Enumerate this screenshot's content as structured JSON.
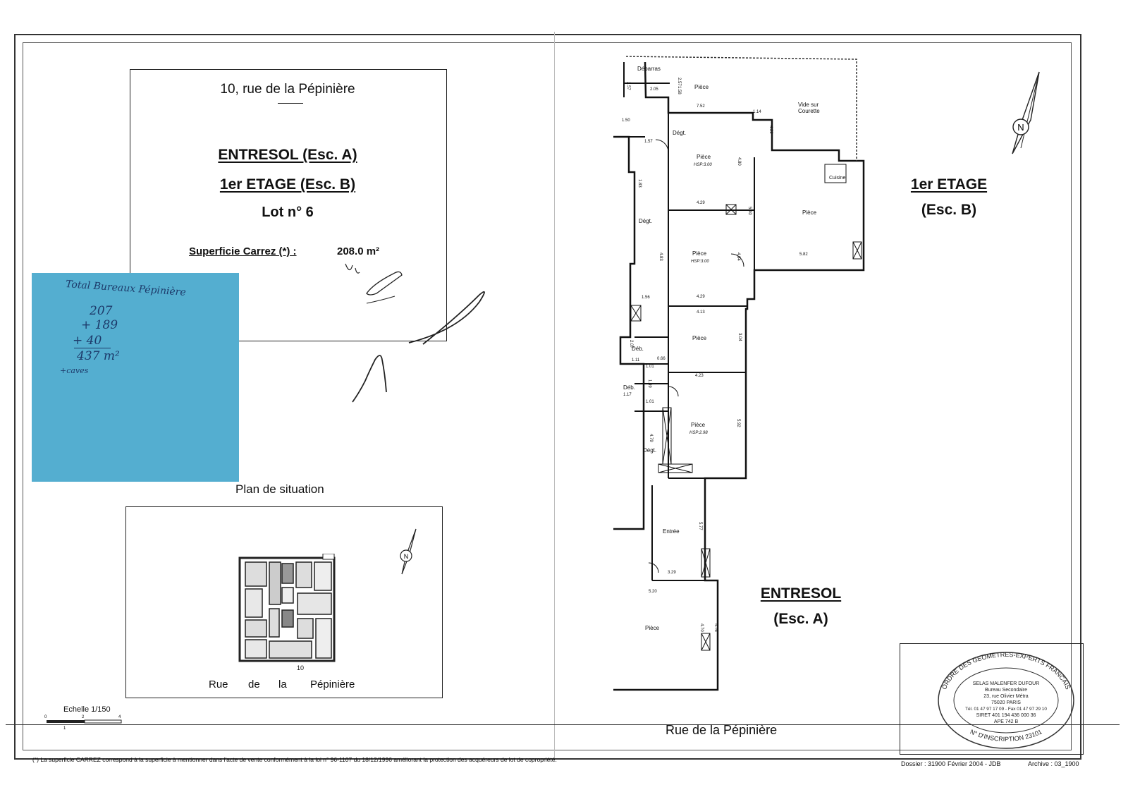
{
  "header": {
    "address": "10, rue de la Pépinière",
    "title_entresol": "ENTRESOL (Esc. A)",
    "title_etage": "1er ETAGE (Esc. B)",
    "title_lot": "Lot n° 6",
    "surface_label": "Superficie Carrez (*) :",
    "surface_value": "208.0 m²"
  },
  "sticky_note": {
    "line1": "Total Bureaux Pépinière",
    "line2": "207",
    "line3": "+ 189",
    "line4": "+ 40",
    "line5": "437 m²",
    "line6": "+caves"
  },
  "plan_situation": {
    "label": "Plan de situation",
    "number": "10",
    "street_words": [
      "Rue",
      "de",
      "la",
      "Pépinière"
    ]
  },
  "scale": {
    "label": "Echelle 1/150",
    "ticks": [
      "0",
      "2",
      "4",
      "1"
    ]
  },
  "floor_plan": {
    "label_etage": "1er ETAGE",
    "label_etage_esc": "(Esc. B)",
    "label_entresol": "ENTRESOL",
    "label_entresol_esc": "(Esc. A)",
    "street": "Rue de la Pépinière",
    "rooms": {
      "debarras": "Débarras",
      "piece_top": "Pièce",
      "vide": "Vide sur",
      "courette": "Courette",
      "degt_1": "Dégt.",
      "piece_2": "Pièce",
      "hsp_2": "HSP:3.00",
      "cuisine": "Cuisine",
      "piece_big": "Pièce",
      "degt_2": "Dégt.",
      "piece_3": "Pièce",
      "hsp_3": "HSP:3.00",
      "piece_4": "Pièce",
      "deb_1": "Déb.",
      "deb_2": "Déb.",
      "piece_5": "Pièce",
      "hsp_5": "HSP:2.98",
      "degt_3": "Dégt.",
      "entree": "Entrée",
      "piece_6": "Pièce"
    },
    "dims": [
      "2.05",
      "1.58",
      "2.57",
      "7.52",
      "1.14",
      "1.50",
      "1.57",
      "4.29",
      "4.80",
      "5.40",
      "4.29",
      "4.83",
      "4.94",
      "5.82",
      "1.56",
      "4.13",
      "3.04",
      "2.07",
      "1.11",
      "1.01",
      "0.66",
      "4.23",
      "1.17",
      "1.01",
      "4.79",
      "5.92",
      "5.77",
      "3.29",
      "5.20",
      "4.70",
      "4.76",
      "1.89",
      "1.83",
      "4.22",
      "2.57"
    ]
  },
  "stamp": {
    "top_arc": "ORDRE DES GEOMETRES-EXPERTS FRANCAIS",
    "firm": "SELAS MALENFER DUFOUR",
    "office": "Bureau Secondaire",
    "street": "23, rue Olivier Métra",
    "city": "75020 PARIS",
    "phone": "Tél. 01 47 97 17 09 - Fax 01 47 97 29 10",
    "siret": "SIRET 401 194 436 000 36",
    "ape": "APE 742 B",
    "bottom_arc": "N° D'INSCRIPTION 23101"
  },
  "footer": {
    "footnote": "(*) La superficie CARREZ correspond à la superficie à mentionner dans l'acte de vente conformément à la loi n° 96-1107 du 18/12/1996 améliorant la protection des acquéreurs de lot de copropriété.",
    "dossier": "Dossier : 31900",
    "date": "Février 2004 - JDB",
    "archive": "Archive : 03_1900"
  },
  "compass_label": "N"
}
